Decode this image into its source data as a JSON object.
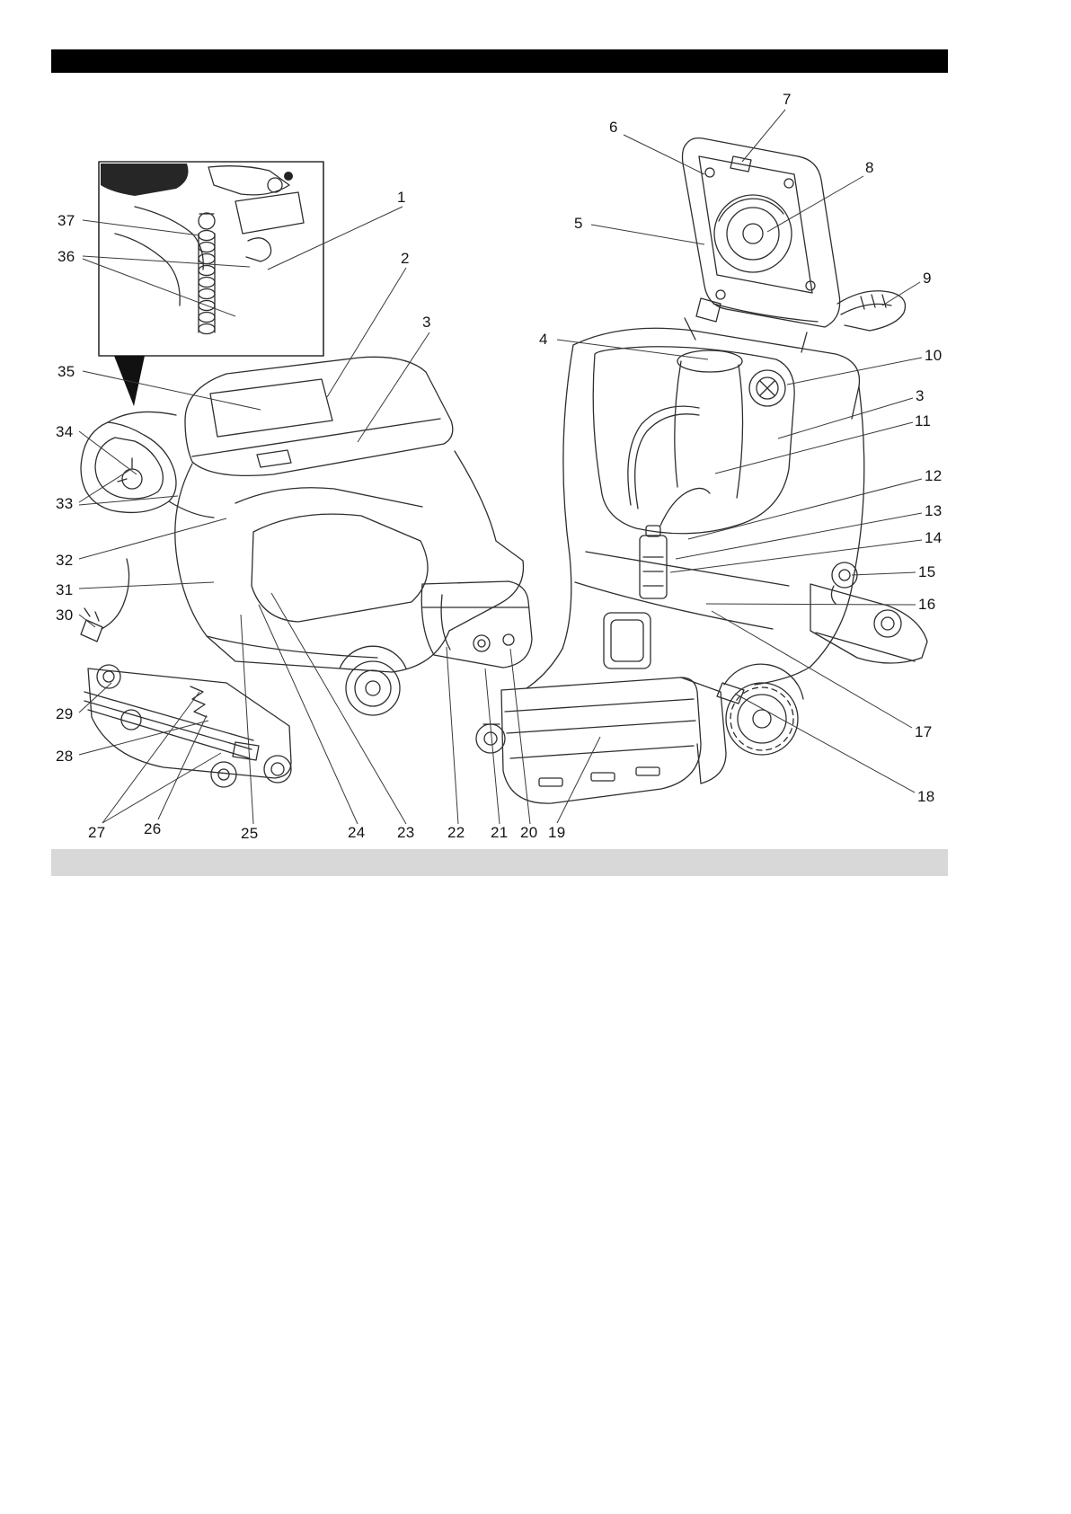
{
  "colors": {
    "header_bar": "#000000",
    "section_bar": "#d8d8d8",
    "line_art": "#2e2e2e"
  },
  "callouts": {
    "n1": "1",
    "n2": "2",
    "n3a": "3",
    "n3b": "3",
    "n4": "4",
    "n5": "5",
    "n6": "6",
    "n7": "7",
    "n8": "8",
    "n9": "9",
    "n10": "10",
    "n11": "11",
    "n12": "12",
    "n13": "13",
    "n14": "14",
    "n15": "15",
    "n16": "16",
    "n17": "17",
    "n18": "18",
    "n19": "19",
    "n20": "20",
    "n21": "21",
    "n22": "22",
    "n23": "23",
    "n24": "24",
    "n25": "25",
    "n26": "26",
    "n27": "27",
    "n28": "28",
    "n29": "29",
    "n30": "30",
    "n31": "31",
    "n32": "32",
    "n33": "33",
    "n34": "34",
    "n35": "35",
    "n36": "36",
    "n37": "37"
  }
}
